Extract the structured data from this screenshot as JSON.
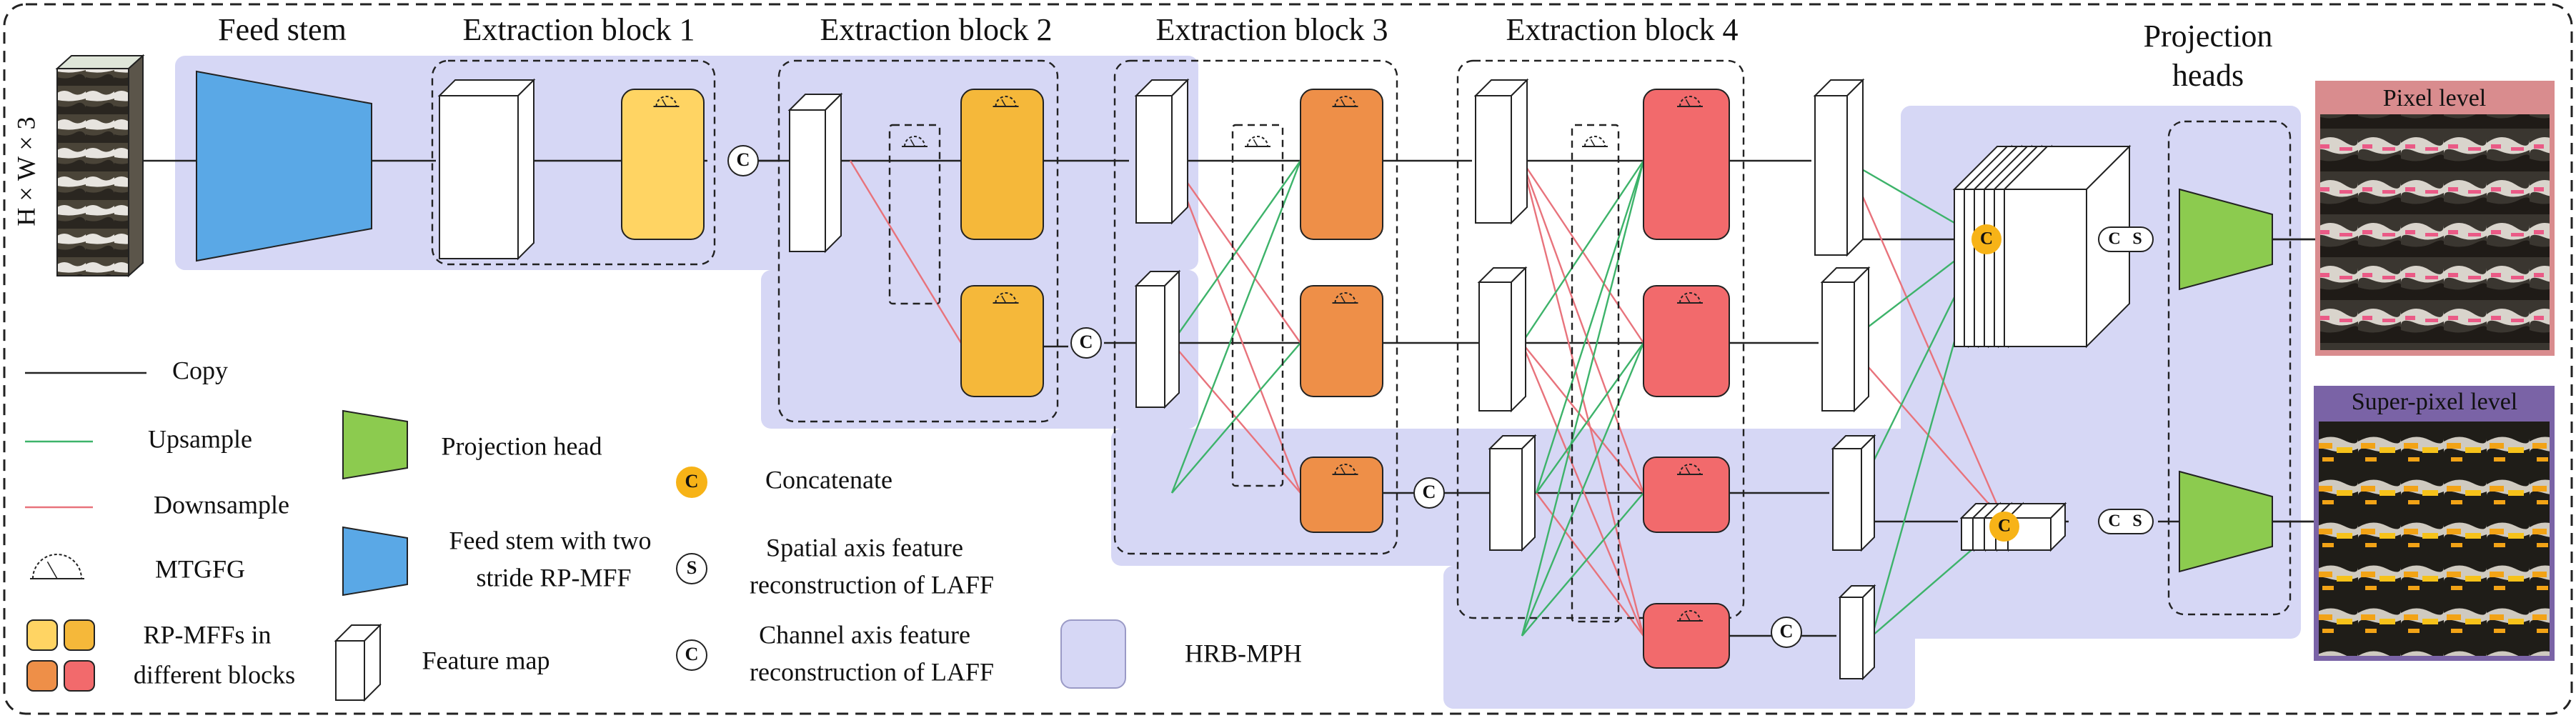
{
  "colors": {
    "hrb_bg": "#D6D7F5",
    "feed_stem": "#5AA8E6",
    "proj_head": "#8CCB4F",
    "rp1": "#FFD463",
    "rp2": "#F5B83A",
    "rp3": "#EE8F48",
    "rp4": "#F26A6C",
    "concat": "#F7B317",
    "upsample": "#3DB36A",
    "downsample": "#E8737C",
    "copy": "#222222",
    "pixel_frame": "#D98C8E",
    "superpixel_frame": "#7A63A6"
  },
  "titles": {
    "feed_stem": "Feed stem",
    "block1": "Extraction block 1",
    "block2": "Extraction block 2",
    "block3": "Extraction block 3",
    "block4": "Extraction block 4",
    "projection_line1": "Projection",
    "projection_line2": "heads"
  },
  "input": {
    "label": "H × W × 3"
  },
  "symbols": {
    "concat": "C",
    "spatial": "S",
    "channel": "C"
  },
  "outputs": {
    "pixel_level": "Pixel level",
    "superpixel_level": "Super-pixel level"
  },
  "legend": {
    "copy": "Copy",
    "upsample": "Upsample",
    "downsample": "Downsample",
    "mtgfg": "MTGFG",
    "rpmff_line1": "RP-MFFs in",
    "rpmff_line2": "different blocks",
    "projection_head": "Projection head",
    "feed_stem_line1": "Feed stem with two",
    "feed_stem_line2": "stride RP-MFF",
    "feature_map": "Feature map",
    "concatenate": "Concatenate",
    "spatial_line1": "Spatial axis feature",
    "spatial_line2": "reconstruction of LAFF",
    "channel_line1": "Channel axis feature",
    "channel_line2": "reconstruction of LAFF",
    "hrb_mph": "HRB-MPH"
  }
}
